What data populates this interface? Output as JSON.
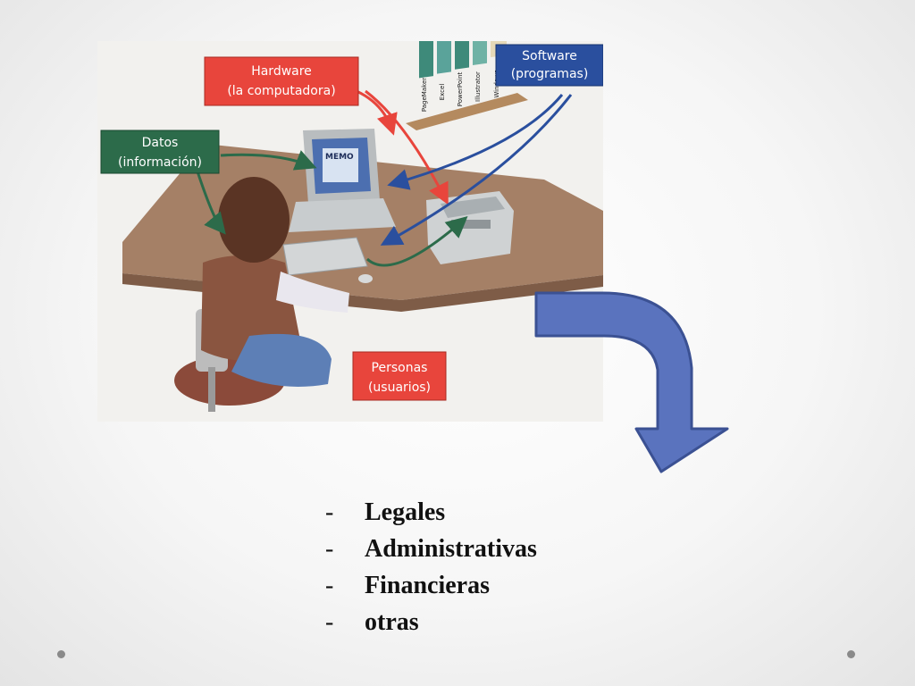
{
  "illustration": {
    "labels": {
      "hardware": [
        "Hardware",
        "(la computadora)"
      ],
      "software": [
        "Software",
        "(programas)"
      ],
      "datos": [
        "Datos",
        "(información)"
      ],
      "personas": [
        "Personas",
        "(usuarios)"
      ]
    },
    "screen_text": "MEMO",
    "books": [
      "PageMaker",
      "Excel",
      "PowerPoint",
      "Illustrator",
      "Windows"
    ],
    "colors": {
      "hardware": "#e8453c",
      "software": "#2a4f9e",
      "datos": "#2c6b4a",
      "personas": "#e8453c",
      "desk": "#a58066",
      "arrow_fill": "#5a73be",
      "arrow_stroke": "#3b5193"
    }
  },
  "bullets": {
    "dash": "-",
    "items": [
      "Legales",
      "Administrativas",
      "Financieras",
      "otras"
    ]
  }
}
